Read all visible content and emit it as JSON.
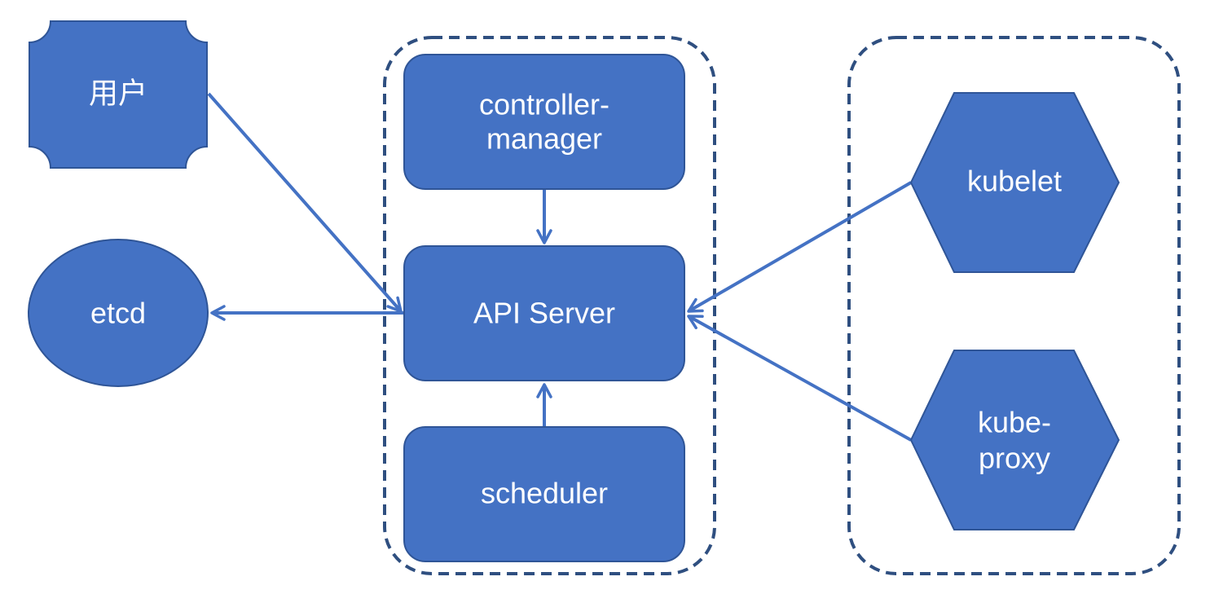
{
  "colors": {
    "node_fill": "#4472c4",
    "node_stroke": "#2f5597",
    "group_border": "#2f4f80",
    "edge": "#4472c4",
    "label": "#ffffff",
    "background": "#ffffff"
  },
  "nodes": {
    "user": {
      "label": "用户",
      "shape": "plaque"
    },
    "etcd": {
      "label": "etcd",
      "shape": "ellipse"
    },
    "controller_manager": {
      "line1": "controller-",
      "line2": "manager",
      "shape": "rounded-rect"
    },
    "api_server": {
      "label": "API Server",
      "shape": "rounded-rect"
    },
    "scheduler": {
      "label": "scheduler",
      "shape": "rounded-rect"
    },
    "kubelet": {
      "label": "kubelet",
      "shape": "hexagon"
    },
    "kube_proxy": {
      "line1": "kube-",
      "line2": "proxy",
      "shape": "hexagon"
    }
  },
  "groups": [
    {
      "id": "control-plane",
      "members": [
        "controller_manager",
        "api_server",
        "scheduler"
      ],
      "border": "dashed"
    },
    {
      "id": "worker-node",
      "members": [
        "kubelet",
        "kube_proxy"
      ],
      "border": "dashed"
    }
  ],
  "edges": [
    {
      "from": "user",
      "to": "api_server"
    },
    {
      "from": "api_server",
      "to": "etcd"
    },
    {
      "from": "controller_manager",
      "to": "api_server"
    },
    {
      "from": "scheduler",
      "to": "api_server"
    },
    {
      "from": "kubelet",
      "to": "api_server"
    },
    {
      "from": "kube_proxy",
      "to": "api_server"
    }
  ]
}
